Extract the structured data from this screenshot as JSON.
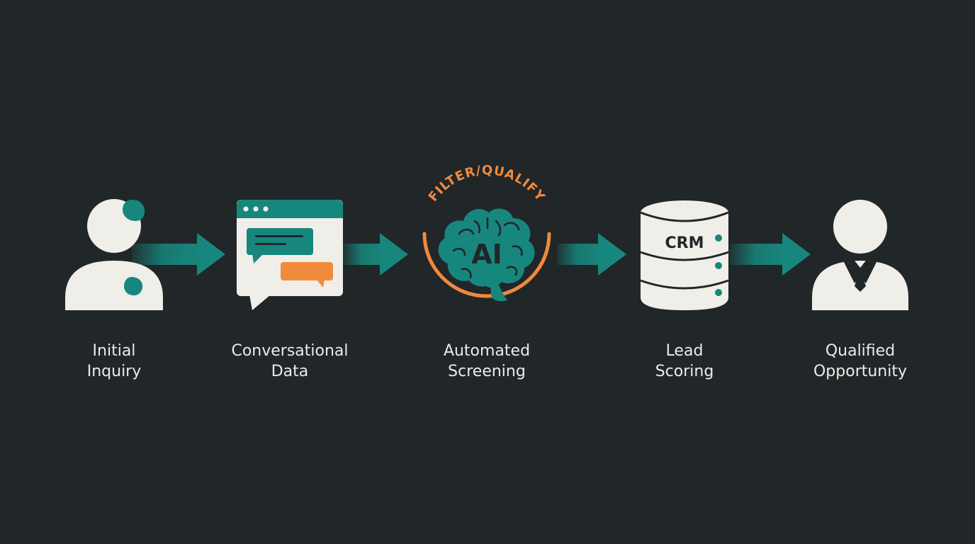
{
  "colors": {
    "background": "#212629",
    "teal": "#17877d",
    "orange": "#f08a3c",
    "cream": "#f0eee8",
    "dark": "#212629"
  },
  "arc_text": "FILTER/QUALIFY",
  "ai_text": "AI",
  "crm_text": "CRM",
  "steps": [
    {
      "icon": "person-icon",
      "line1": "Initial",
      "line2": "Inquiry"
    },
    {
      "icon": "chat-window-icon",
      "line1": "Conversational",
      "line2": "Data"
    },
    {
      "icon": "ai-brain-icon",
      "line1": "Automated",
      "line2": "Screening"
    },
    {
      "icon": "crm-database-icon",
      "line1": "Lead",
      "line2": "Scoring"
    },
    {
      "icon": "businessman-icon",
      "line1": "Qualified",
      "line2": "Opportunity"
    }
  ]
}
